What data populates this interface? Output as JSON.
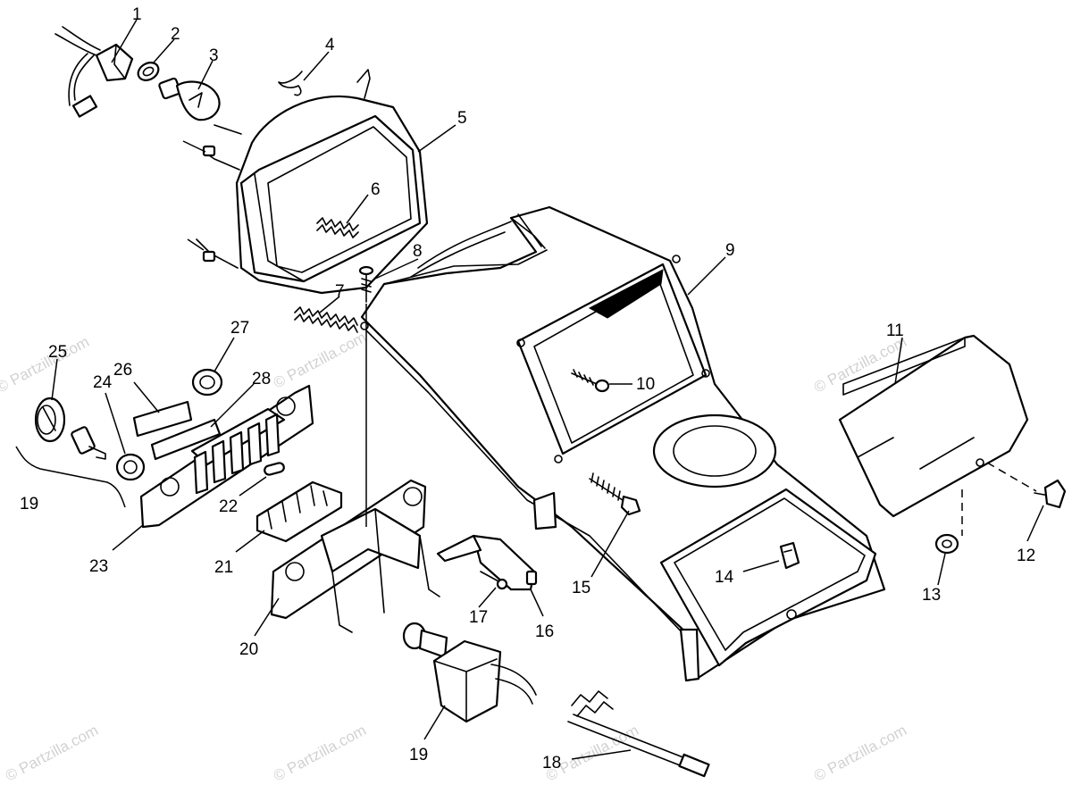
{
  "diagram": {
    "watermark": "© Partzilla.com",
    "callouts": [
      {
        "num": "1"
      },
      {
        "num": "2"
      },
      {
        "num": "3"
      },
      {
        "num": "4"
      },
      {
        "num": "5"
      },
      {
        "num": "6"
      },
      {
        "num": "7"
      },
      {
        "num": "8"
      },
      {
        "num": "9"
      },
      {
        "num": "10"
      },
      {
        "num": "11"
      },
      {
        "num": "12"
      },
      {
        "num": "13"
      },
      {
        "num": "14"
      },
      {
        "num": "15"
      },
      {
        "num": "16"
      },
      {
        "num": "17"
      },
      {
        "num": "18"
      },
      {
        "num": "19"
      },
      {
        "num": "19"
      },
      {
        "num": "20"
      },
      {
        "num": "21"
      },
      {
        "num": "22"
      },
      {
        "num": "23"
      },
      {
        "num": "24"
      },
      {
        "num": "25"
      },
      {
        "num": "26"
      },
      {
        "num": "27"
      },
      {
        "num": "28"
      }
    ]
  }
}
